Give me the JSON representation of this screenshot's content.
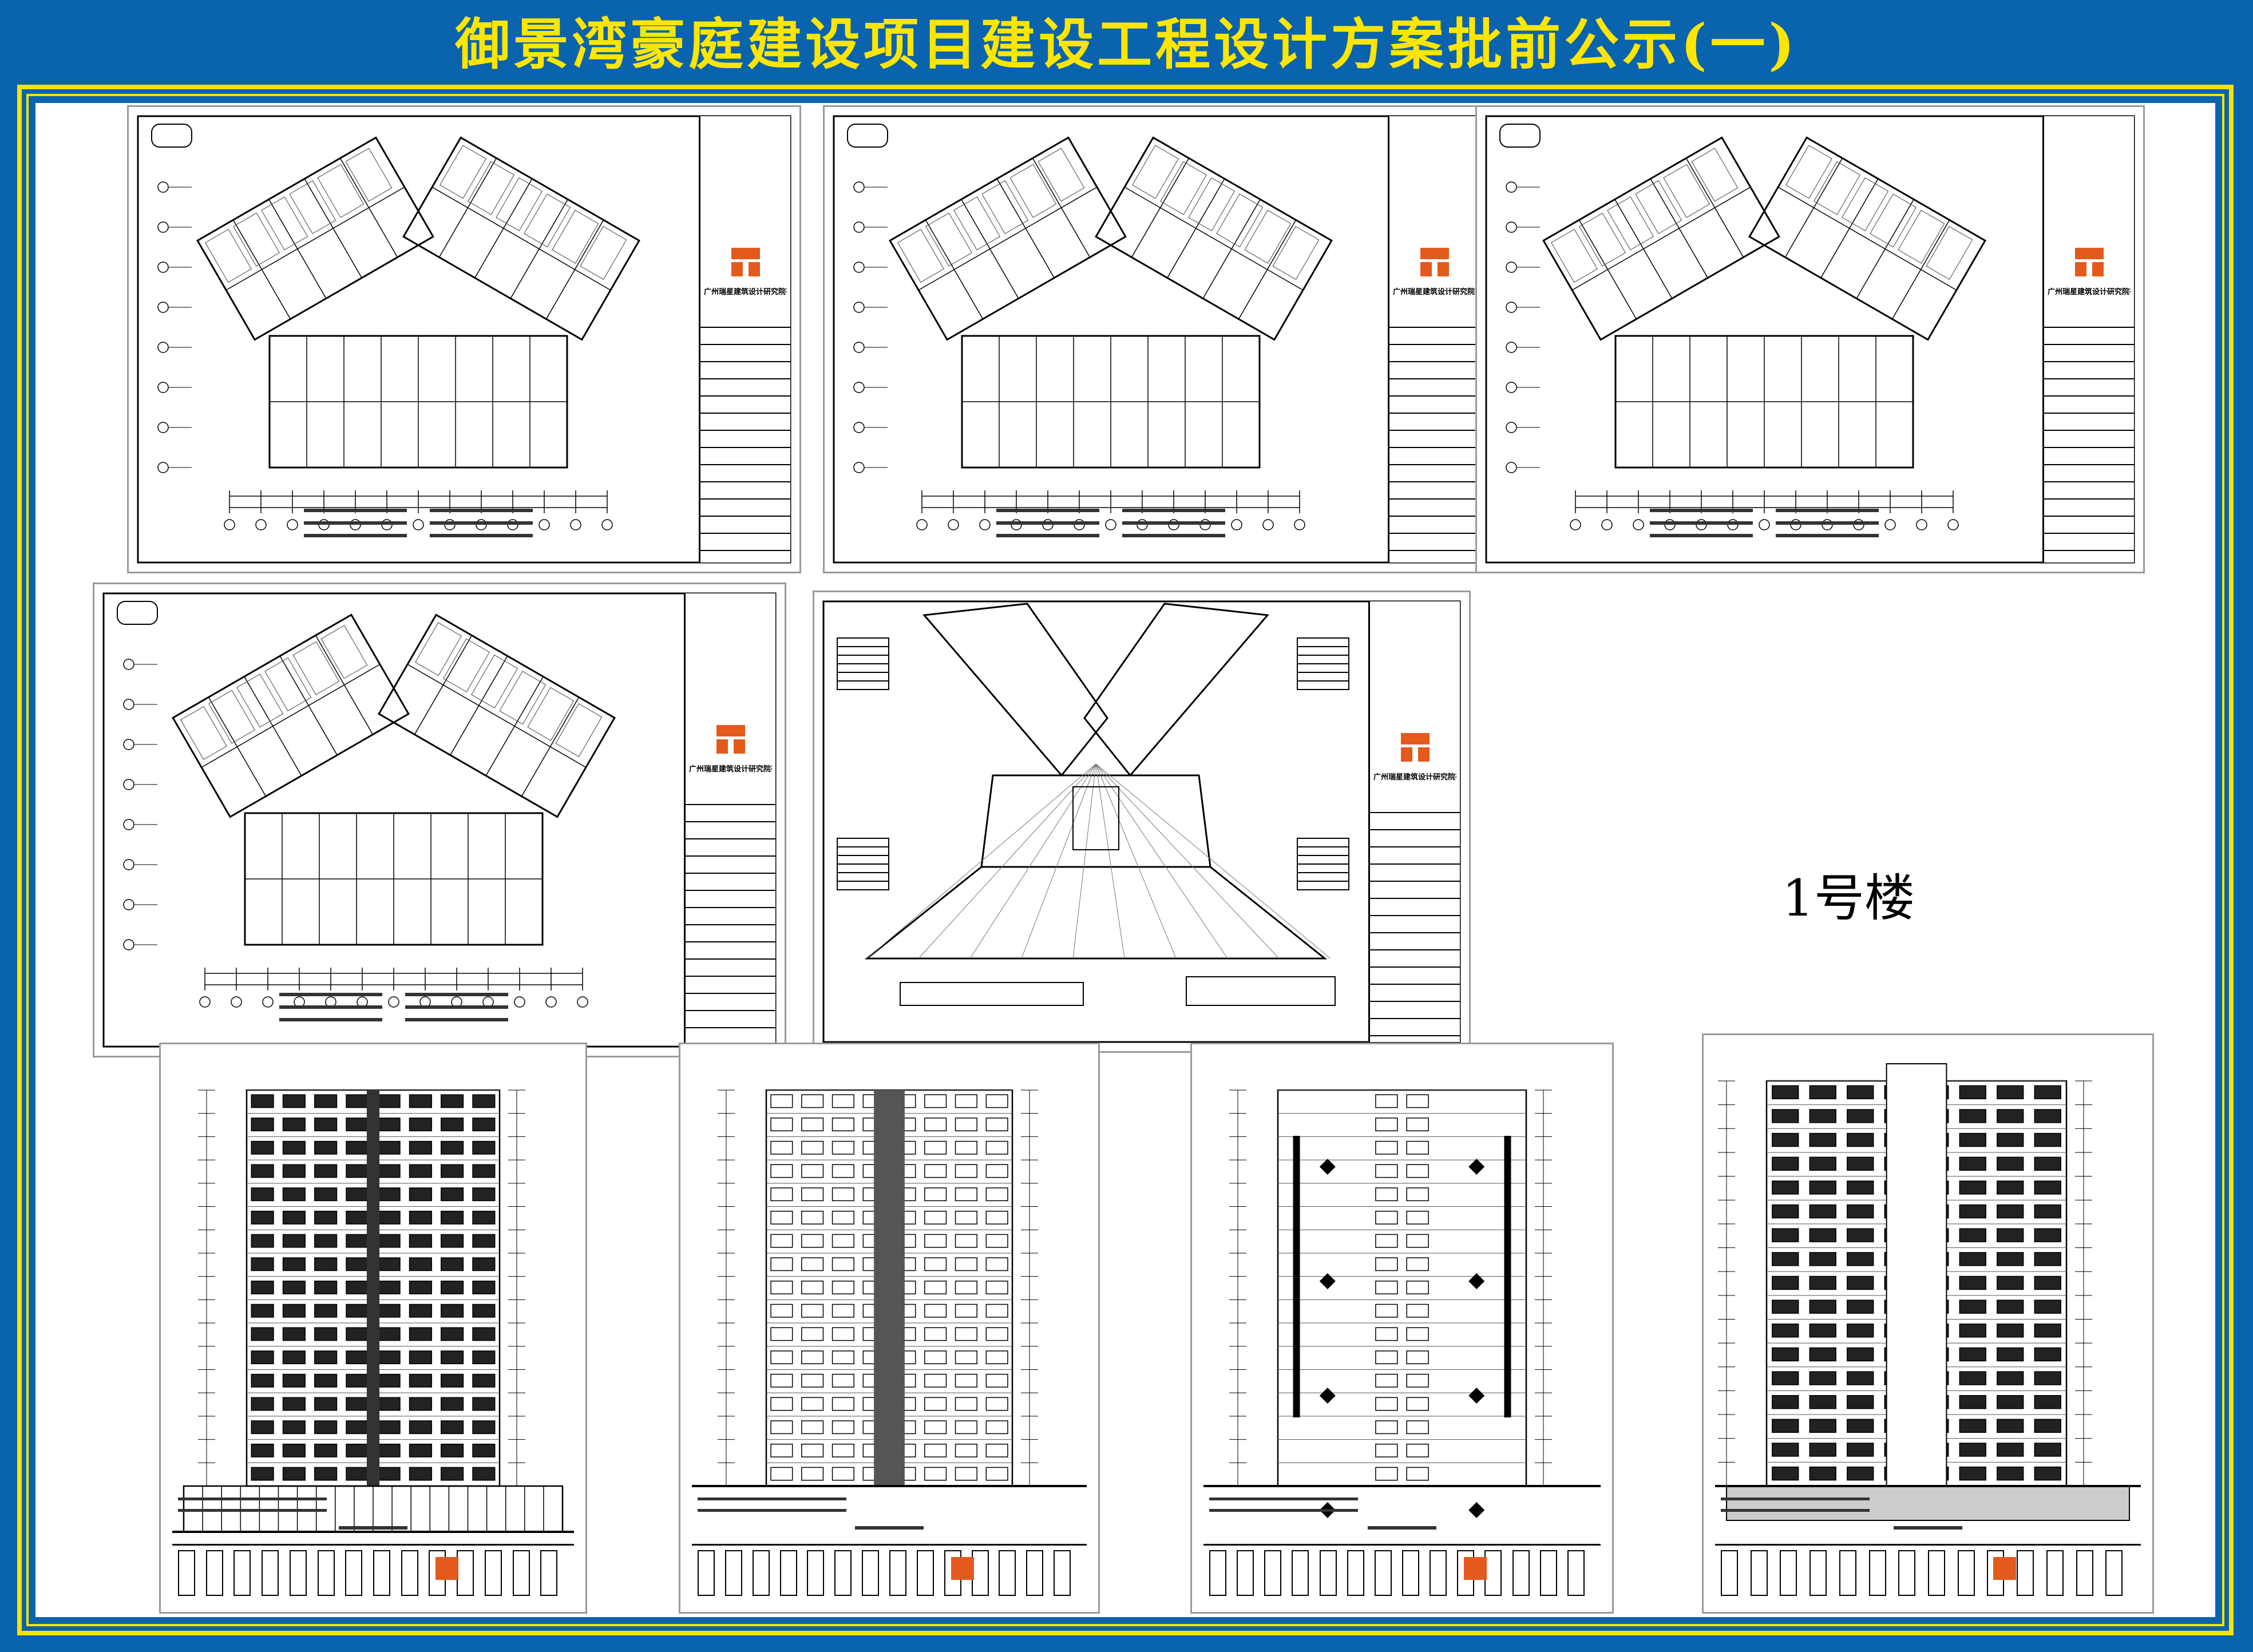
{
  "banner": {
    "title": "御景湾豪庭建设项目建设工程设计方案批前公示(一)"
  },
  "building_label": "1号楼",
  "title_block": {
    "company": "广州瑞星建筑设计研究院有限公司"
  },
  "colors": {
    "background": "#0a63ad",
    "banner_text": "#ffe600",
    "frame": "#f5e400",
    "board": "#ffffff",
    "logo": "#e35a1c"
  },
  "sheets": [
    {
      "id": "floor-plan-1",
      "kind": "floor-plan"
    },
    {
      "id": "floor-plan-2",
      "kind": "floor-plan"
    },
    {
      "id": "floor-plan-3",
      "kind": "floor-plan"
    },
    {
      "id": "floor-plan-4",
      "kind": "floor-plan"
    },
    {
      "id": "roof-plan",
      "kind": "roof-plan"
    },
    {
      "id": "elevation-1",
      "kind": "elevation"
    },
    {
      "id": "elevation-2",
      "kind": "elevation"
    },
    {
      "id": "elevation-3",
      "kind": "elevation"
    },
    {
      "id": "section-1",
      "kind": "section"
    }
  ]
}
